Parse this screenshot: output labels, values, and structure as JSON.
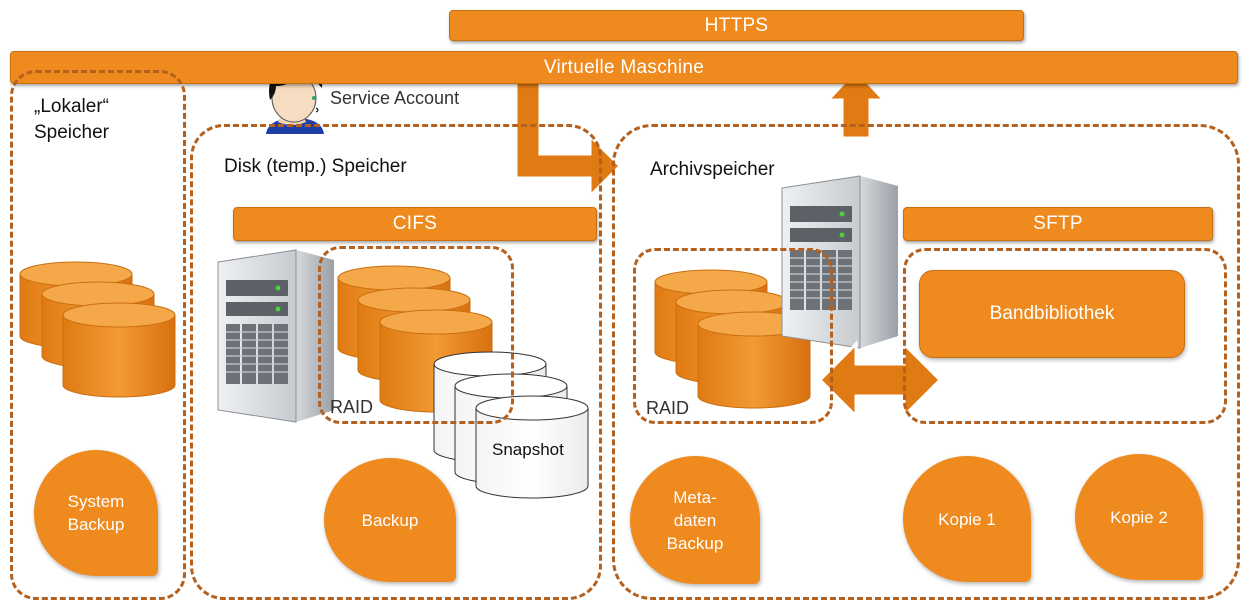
{
  "bars": {
    "https": "HTTPS",
    "vm": "Virtuelle Maschine",
    "cifs": "CIFS",
    "sftp": "SFTP"
  },
  "labels": {
    "local": "„Lokaler“\nSpeicher",
    "service_account": "Service Account",
    "disk": "Disk (temp.) Speicher",
    "archive": "Archivspeicher",
    "raid_disk": "RAID",
    "raid_archive": "RAID",
    "snapshot": "Snapshot",
    "tape_library": "Bandbibliothek"
  },
  "bubbles": {
    "system_backup": "System\nBackup",
    "backup": "Backup",
    "metadata_backup": "Meta-\ndaten\nBackup",
    "copy1": "Kopie 1",
    "copy2": "Kopie 2"
  },
  "colors": {
    "orange": "#ee8a1e",
    "orange_dark": "#c96f10",
    "dash": "#b4601e",
    "snapshot_fill": "#ffffff"
  },
  "icons": [
    "person-icon",
    "server-icon",
    "disk-stack-icon",
    "bidirectional-arrow-icon",
    "up-arrow-icon",
    "bent-arrow-icon"
  ]
}
